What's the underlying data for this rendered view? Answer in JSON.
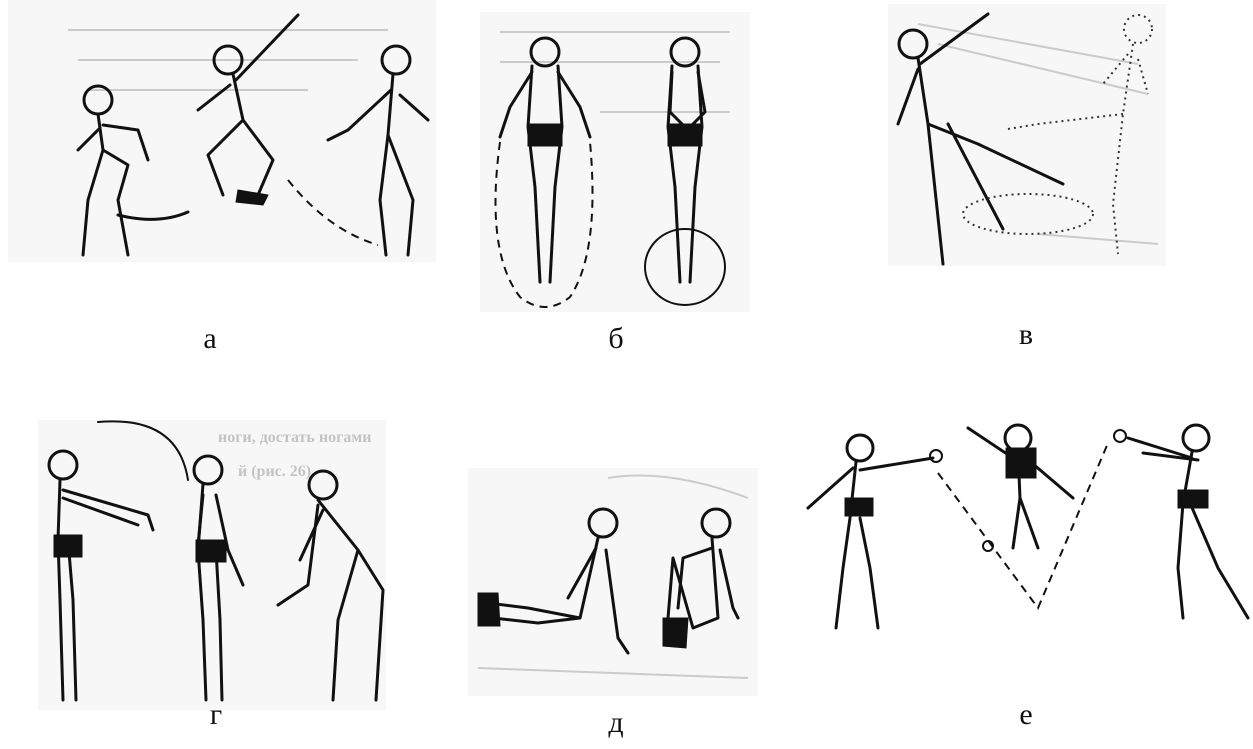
{
  "figures": [
    {
      "id": "a",
      "caption": "а"
    },
    {
      "id": "b",
      "caption": "б"
    },
    {
      "id": "v",
      "caption": "в"
    },
    {
      "id": "g",
      "caption": "г"
    },
    {
      "id": "d",
      "caption": "д"
    },
    {
      "id": "e",
      "caption": "е"
    }
  ],
  "ghost_texts": {
    "panel_g": "ноги, достать ногами",
    "panel_g_2": "й (рис. 26)."
  },
  "colors": {
    "ink": "#111111",
    "paper": "#f7f7f7"
  }
}
